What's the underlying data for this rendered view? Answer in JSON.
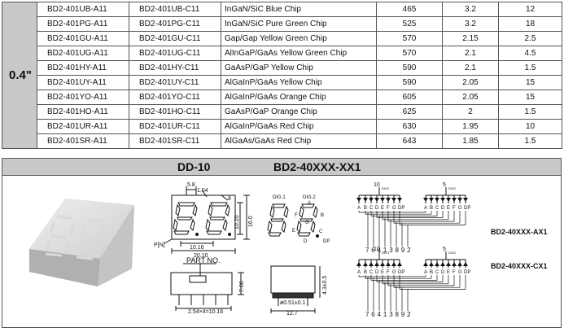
{
  "table": {
    "size_label": "0.4\"",
    "rows": [
      {
        "anode": "BD2-401UB-A11",
        "cathode": "BD2-401UB-C11",
        "material": "InGaN/SiC  Blue Chip",
        "wavelength": "465",
        "vf_typ": "3.2",
        "iv": "12"
      },
      {
        "anode": "BD2-401PG-A11",
        "cathode": "BD2-401PG-C11",
        "material": "InGaN/SiC Pure Green Chip",
        "wavelength": "525",
        "vf_typ": "3.2",
        "iv": "18"
      },
      {
        "anode": "BD2-401GU-A11",
        "cathode": "BD2-401GU-C11",
        "material": "Gap/Gap Yellow Green  Chip",
        "wavelength": "570",
        "vf_typ": "2.15",
        "iv": "2.5"
      },
      {
        "anode": "BD2-401UG-A11",
        "cathode": "BD2-401UG-C11",
        "material": "AlInGaP/GaAs Yellow Green Chip",
        "wavelength": "570",
        "vf_typ": "2.1",
        "iv": "4.5"
      },
      {
        "anode": "BD2-401HY-A11",
        "cathode": "BD2-401HY-C11",
        "material": "GaAsP/GaP Yellow  Chip",
        "wavelength": "590",
        "vf_typ": "2.1",
        "iv": "1.5"
      },
      {
        "anode": "BD2-401UY-A11",
        "cathode": "BD2-401UY-C11",
        "material": "AlGaInP/GaAs Yellow  Chip",
        "wavelength": "590",
        "vf_typ": "2.05",
        "iv": "15"
      },
      {
        "anode": "BD2-401YO-A11",
        "cathode": "BD2-401YO-C11",
        "material": "AlGaInP/GaAs Orange  Chip",
        "wavelength": "605",
        "vf_typ": "2.05",
        "iv": "15"
      },
      {
        "anode": "BD2-401HO-A11",
        "cathode": "BD2-401HO-C11",
        "material": "GaAsP/GaP Orange  Chip",
        "wavelength": "625",
        "vf_typ": "2",
        "iv": "1.5"
      },
      {
        "anode": "BD2-401UR-A11",
        "cathode": "BD2-401UR-C11",
        "material": "AlGaInP/GaAs Red  Chip",
        "wavelength": "630",
        "vf_typ": "1.95",
        "iv": "10"
      },
      {
        "anode": "BD2-401SR-A11",
        "cathode": "BD2-401SR-C11",
        "material": "AlGaAs/GaAs Red Chip",
        "wavelength": "643",
        "vf_typ": "1.85",
        "iv": "1.5"
      }
    ]
  },
  "banner": {
    "package": "DD-10",
    "series": "BD2-40XXX-XX1"
  },
  "drawing": {
    "dims": {
      "seg_w": "5.8",
      "seg_t": "1.04",
      "slant": "8",
      "digit_h": "10.20",
      "total_h": "16.0",
      "pitch": "10.16",
      "width": "20.10",
      "dp": "P[N]",
      "part_no": "PART NO.",
      "body_h": "7.00",
      "pin_pitch": "2.54×4=10.16",
      "pin_d": "ø0.51±0.1",
      "side_h": "4.3±0.5",
      "side_w": "12.7"
    },
    "digit_labels": {
      "d1": "DIG.1",
      "d2": "DIG.2",
      "a": "A",
      "b": "B",
      "c": "C",
      "d": "D",
      "e": "E",
      "f": "F",
      "g": "G",
      "dp": "DP"
    },
    "circuit_ax": {
      "name": "BD2-40XXX-AX1",
      "com1": "10",
      "dig1": "DIG1",
      "com2": "5",
      "dig2": "DIG2",
      "segs": [
        "A",
        "B",
        "C",
        "D",
        "E",
        "F",
        "G",
        "DP"
      ],
      "pins": [
        "7",
        "6",
        "4",
        "1",
        "3",
        "8",
        "9",
        "2"
      ]
    },
    "circuit_cx": {
      "name": "BD2-40XXX-CX1",
      "com1": "10",
      "dig1": "DIG1",
      "com2": "5",
      "dig2": "DIG2",
      "segs": [
        "A",
        "B",
        "C",
        "D",
        "E",
        "F",
        "G",
        "DP"
      ],
      "pins": [
        "7",
        "6",
        "4",
        "1",
        "3",
        "8",
        "9",
        "2"
      ]
    }
  }
}
